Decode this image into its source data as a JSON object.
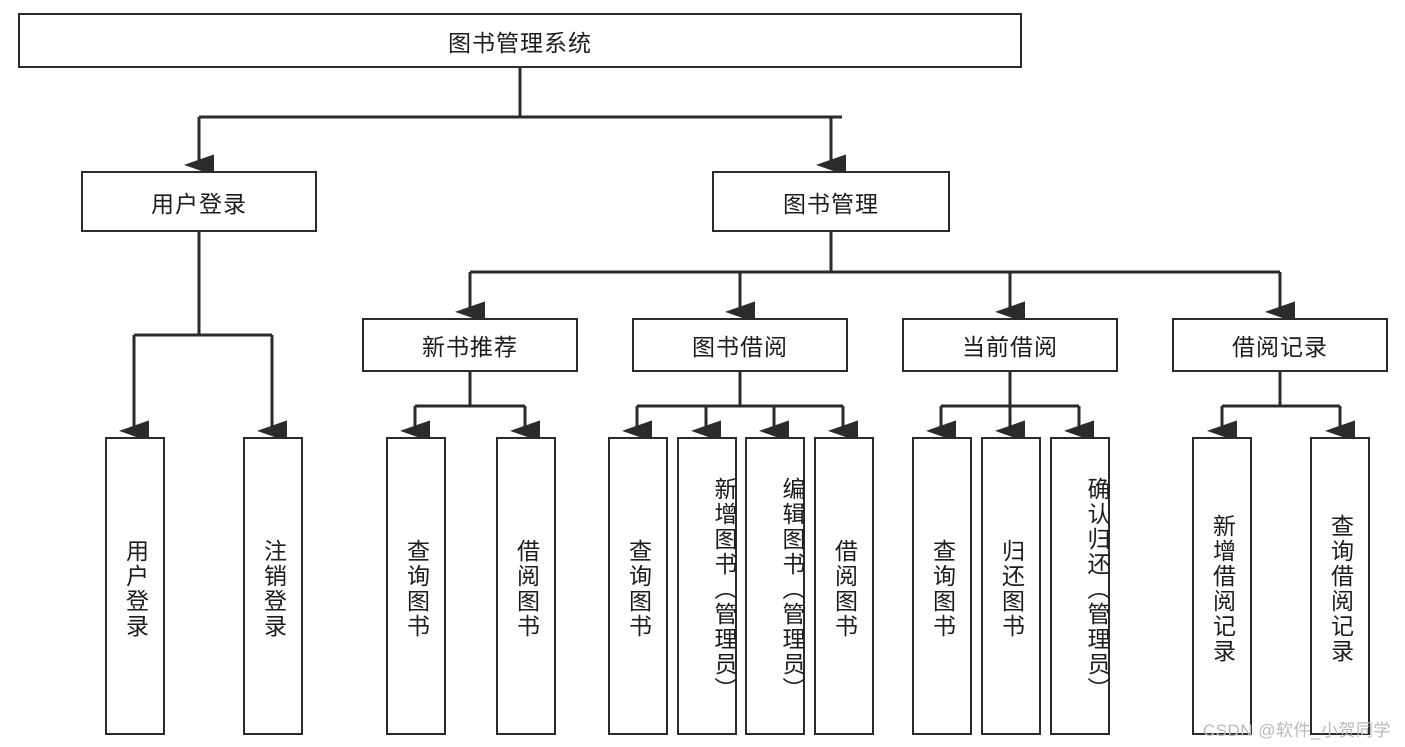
{
  "diagram": {
    "type": "tree",
    "title": "图书管理系统",
    "root": {
      "label": "图书管理系统"
    },
    "level2": [
      {
        "label": "用户登录"
      },
      {
        "label": "图书管理"
      }
    ],
    "level3": [
      {
        "label": "新书推荐"
      },
      {
        "label": "图书借阅"
      },
      {
        "label": "当前借阅"
      },
      {
        "label": "借阅记录"
      }
    ],
    "leaves": {
      "user_login": [
        {
          "label": "用户登录"
        },
        {
          "label": "注销登录"
        }
      ],
      "new_book_recommend": [
        {
          "label": "查询图书"
        },
        {
          "label": "借阅图书"
        }
      ],
      "book_borrow": [
        {
          "label": "查询图书"
        },
        {
          "label": "新增图书（管理员）"
        },
        {
          "label": "编辑图书（管理员）"
        },
        {
          "label": "借阅图书"
        }
      ],
      "current_borrow": [
        {
          "label": "查询图书"
        },
        {
          "label": "归还图书"
        },
        {
          "label": "确认归还（管理员）"
        }
      ],
      "borrow_record": [
        {
          "label": "新增借阅记录"
        },
        {
          "label": "查询借阅记录"
        }
      ]
    }
  },
  "watermark": {
    "text": "CSDN @软件_小贺同学"
  },
  "colors": {
    "stroke": "#2b2b2b",
    "background": "#ffffff",
    "text": "#1c1c1c",
    "watermark": "#b9b9b9"
  }
}
